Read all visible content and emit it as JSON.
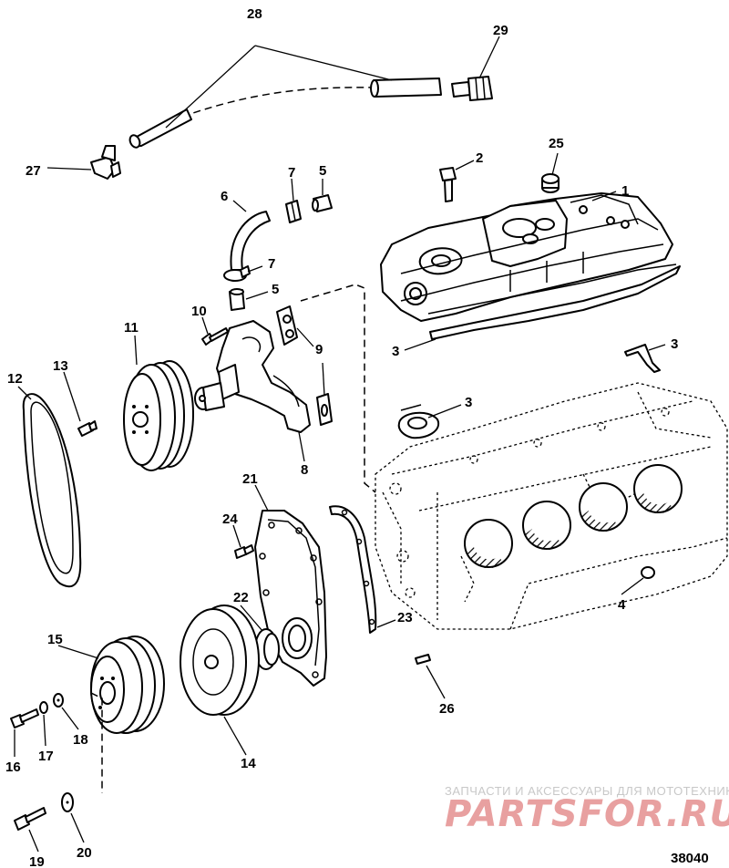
{
  "callouts": {
    "c1": "1",
    "c2": "2",
    "c3a": "3",
    "c3b": "3",
    "c3c": "3",
    "c4": "4",
    "c5a": "5",
    "c5b": "5",
    "c6": "6",
    "c7a": "7",
    "c7b": "7",
    "c8": "8",
    "c9": "9",
    "c10": "10",
    "c11": "11",
    "c12": "12",
    "c13": "13",
    "c14": "14",
    "c15": "15",
    "c16": "16",
    "c17": "17",
    "c18": "18",
    "c19": "19",
    "c20": "20",
    "c21": "21",
    "c22": "22",
    "c23": "23",
    "c24": "24",
    "c25": "25",
    "c26": "26",
    "c27": "27",
    "c28": "28",
    "c29": "29"
  },
  "figure_number": "38040",
  "watermark": {
    "tagline": "ЗАПЧАСТИ И АКСЕССУАРЫ ДЛЯ МОТОТЕХНИКИ",
    "logo": "PARTSFOR.RU",
    "logo_color": "#e8a0a0"
  },
  "colors": {
    "line": "#000000",
    "background": "#ffffff",
    "watermark_text": "#c8c8c8"
  }
}
